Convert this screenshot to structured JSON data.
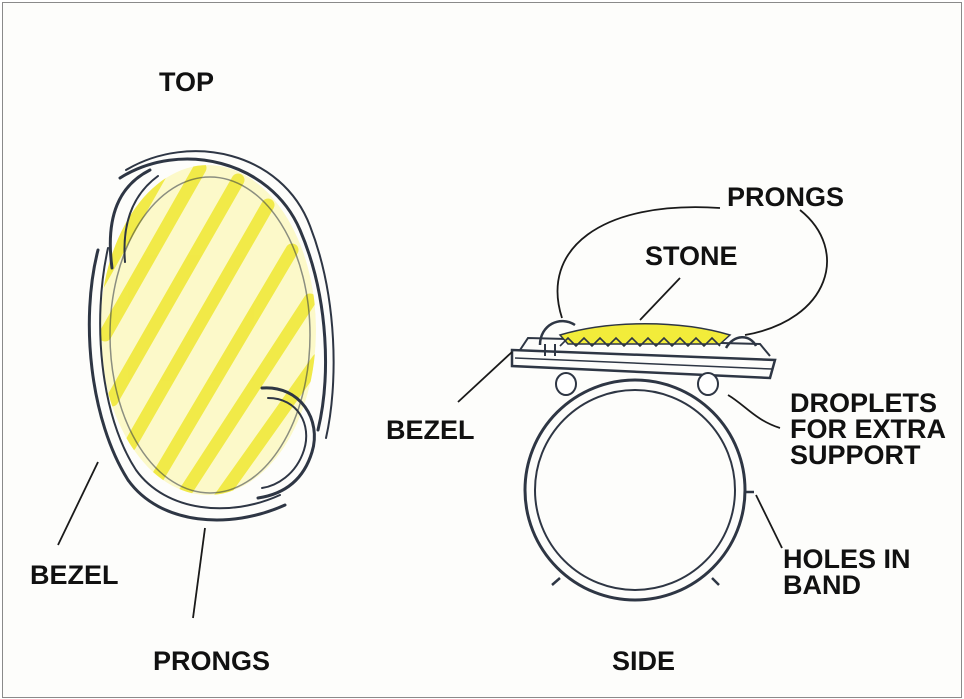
{
  "colors": {
    "stone_fill": "#f2ec3a",
    "stone_wash": "#fbf7b8",
    "ink": "#2e3644",
    "frame": "#8a8a8a"
  },
  "labels": {
    "top": "TOP",
    "bezel_top": "BEZEL",
    "prongs_top": "PRONGS",
    "prongs_side": "PRONGS",
    "stone": "STONE",
    "bezel_side": "BEZEL",
    "droplets": [
      "DROPLETS",
      "FOR EXTRA",
      "SUPPORT"
    ],
    "holes": [
      "HOLES IN",
      "BAND"
    ],
    "side": "SIDE"
  }
}
